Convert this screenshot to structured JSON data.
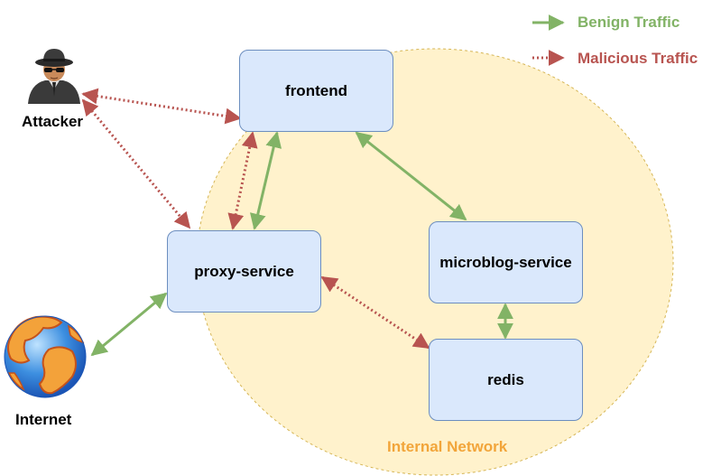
{
  "legend": {
    "benign": {
      "label": "Benign Traffic",
      "color": "#82b366"
    },
    "malicious": {
      "label": "Malicious Traffic",
      "color": "#b85450"
    }
  },
  "network": {
    "label": "Internal Network",
    "fill": "#fff2cc",
    "stroke": "#d6b656",
    "label_color": "#f2a53a"
  },
  "nodes": {
    "frontend": {
      "label": "frontend"
    },
    "proxy": {
      "label": "proxy-service"
    },
    "microblog": {
      "label": "microblog-service"
    },
    "redis": {
      "label": "redis"
    }
  },
  "actors": {
    "attacker": {
      "label": "Attacker",
      "icon": "spy-icon"
    },
    "internet": {
      "label": "Internet",
      "icon": "globe-icon"
    }
  },
  "edges": [
    {
      "from": "attacker",
      "to": "frontend",
      "type": "malicious",
      "bidirectional": true
    },
    {
      "from": "attacker",
      "to": "proxy",
      "type": "malicious",
      "bidirectional": true
    },
    {
      "from": "proxy",
      "to": "frontend",
      "type": "malicious",
      "bidirectional": true
    },
    {
      "from": "proxy",
      "to": "frontend",
      "type": "benign",
      "bidirectional": true
    },
    {
      "from": "frontend",
      "to": "microblog",
      "type": "benign",
      "bidirectional": true
    },
    {
      "from": "microblog",
      "to": "redis",
      "type": "benign",
      "bidirectional": true
    },
    {
      "from": "proxy",
      "to": "redis",
      "type": "malicious",
      "bidirectional": true
    },
    {
      "from": "internet",
      "to": "proxy",
      "type": "benign",
      "bidirectional": true
    }
  ]
}
